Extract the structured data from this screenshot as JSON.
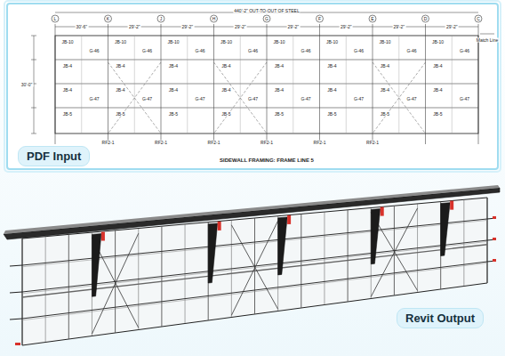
{
  "diagram": {
    "nodes": [
      {
        "text": [
          "PDF Input"
        ]
      },
      {
        "text": [
          "Revit Output"
        ]
      }
    ],
    "labels": [
      "440'-2\" OUT-TO-OUT OF STEEL",
      "L",
      "K",
      "J",
      "H",
      "G",
      "F",
      "E",
      "D",
      "C",
      "30'-6\"",
      "29'-2\"",
      "29'-2\"",
      "29'-2\"",
      "29'-2\"",
      "29'-2\"",
      "29'-2\"",
      "29'-2\"",
      "JB-10",
      "JB-10",
      "JB-10",
      "JB-10",
      "JB-10",
      "JB-10",
      "JB-10",
      "JB-10",
      "JB-4",
      "JB-4",
      "JB-4",
      "JB-4",
      "JB-4",
      "JB-4",
      "JB-4",
      "JB-4",
      "JB-4",
      "JB-4",
      "JB-4",
      "JB-4",
      "JB-4",
      "JB-4",
      "JB-4",
      "JB-4",
      "JB-5",
      "JB-5",
      "JB-5",
      "JB-5",
      "JB-5",
      "JB-5",
      "JB-5",
      "JB-5",
      "G-46",
      "G-46",
      "G-46",
      "G-46",
      "G-46",
      "G-46",
      "G-46",
      "G-46",
      "G-47",
      "G-47",
      "G-47",
      "G-47",
      "G-47",
      "G-47",
      "G-47",
      "G-47",
      "RF2-1",
      "RF2-1",
      "RF2-1",
      "RF2-1",
      "RF2-1",
      "RF2-1",
      "SIDEWALL FRAMING: FRAME LINE 5",
      "Match Line",
      "30'-0\""
    ]
  }
}
